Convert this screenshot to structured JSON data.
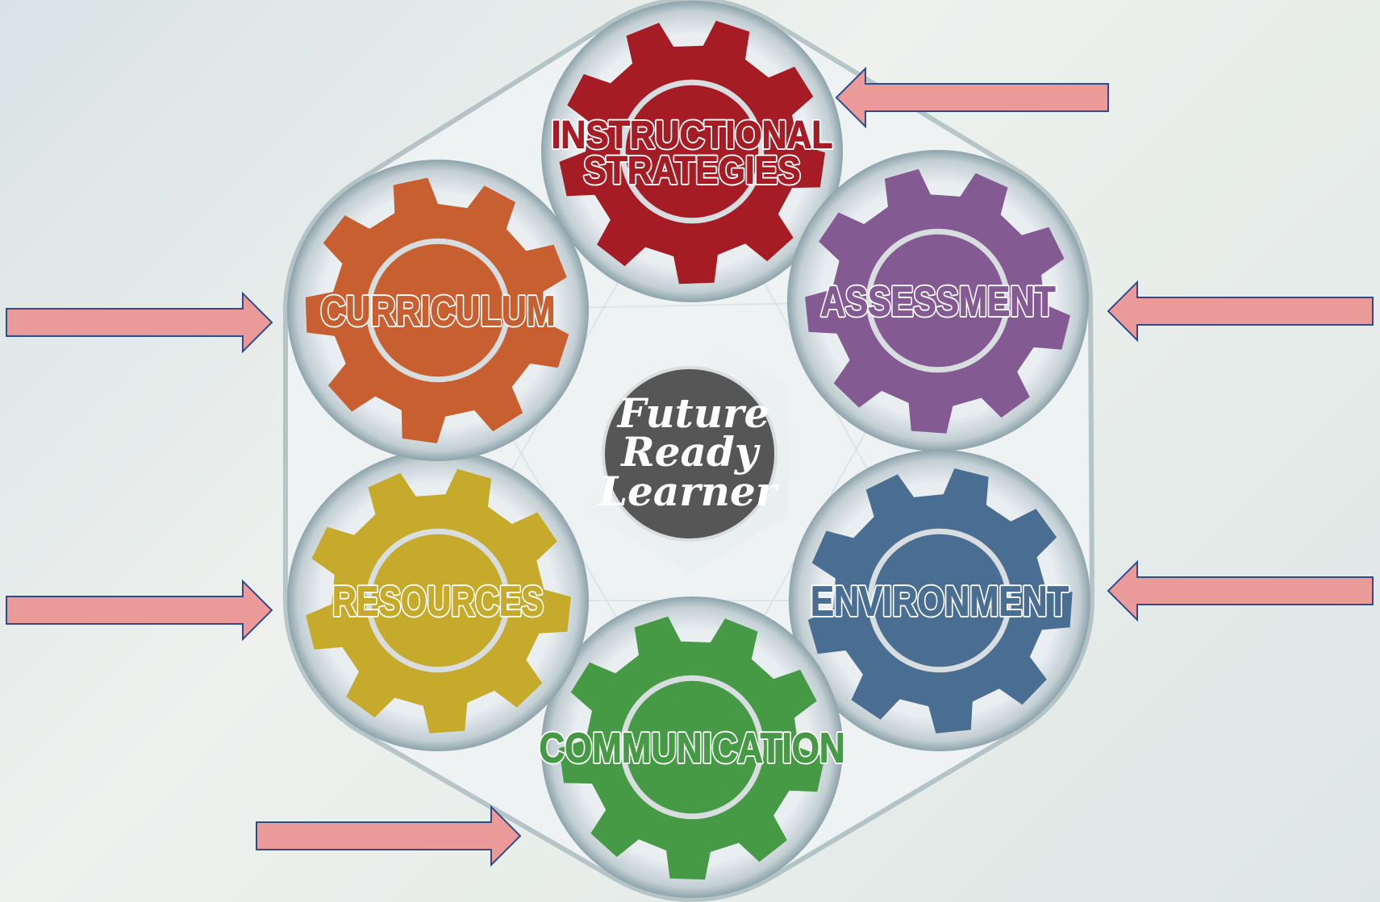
{
  "center": {
    "lines": [
      "Future",
      "Ready",
      "Learner"
    ],
    "color": "#565656"
  },
  "gears": [
    {
      "id": "instructional-strategies",
      "lines": [
        "INSTRUCTIONAL",
        "STRATEGIES"
      ],
      "color": "#a51c24",
      "arrow": "from-right"
    },
    {
      "id": "assessment",
      "lines": [
        "ASSESSMENT"
      ],
      "color": "#845a92",
      "arrow": "from-right"
    },
    {
      "id": "environment",
      "lines": [
        "ENVIRONMENT"
      ],
      "color": "#4a6e91",
      "arrow": "from-right"
    },
    {
      "id": "communication",
      "lines": [
        "COMMUNICATION"
      ],
      "color": "#479a45",
      "arrow": "from-left"
    },
    {
      "id": "resources",
      "lines": [
        "RESOURCES"
      ],
      "color": "#c6aa2c",
      "arrow": "from-left"
    },
    {
      "id": "curriculum",
      "lines": [
        "CURRICULUM"
      ],
      "color": "#c75f31",
      "arrow": "from-left"
    }
  ],
  "arrow_colors": {
    "fill": "#eb9a9a",
    "outline": "#2f4c8a"
  },
  "frame_colors": {
    "tube": "#eef2f3",
    "tube_edge": "#8da2aa",
    "ring": "#d8dee0"
  }
}
